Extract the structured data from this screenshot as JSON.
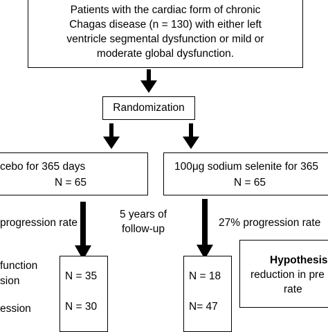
{
  "top_box": {
    "lines": [
      "Patients with the cardiac form of chronic",
      "Chagas disease (n = 130) with either left",
      "ventricle segmental dysfunction or mild or",
      "moderate global dysfunction."
    ]
  },
  "randomization": {
    "label": "Randomization"
  },
  "placebo_box": {
    "line1": "cebo for 365 days",
    "line2": "N = 65"
  },
  "selenite_box": {
    "line1": "100μg sodium selenite for 365",
    "line2": "N = 65"
  },
  "placebo_rate": "progression rate",
  "followup": {
    "line1": "5 years of",
    "line2": "follow-up"
  },
  "selenite_rate": "27% progression rate",
  "left_labels": {
    "dysfunction": "function",
    "dysfunction2": "sion",
    "progression": "ession"
  },
  "placebo_counts": {
    "a": "N = 35",
    "b": "N = 30"
  },
  "selenite_counts": {
    "a": "N = 18",
    "b": "N= 47"
  },
  "hypothesis": {
    "title": "Hypothesis",
    "line2": "reduction in pre",
    "line3": "rate"
  }
}
